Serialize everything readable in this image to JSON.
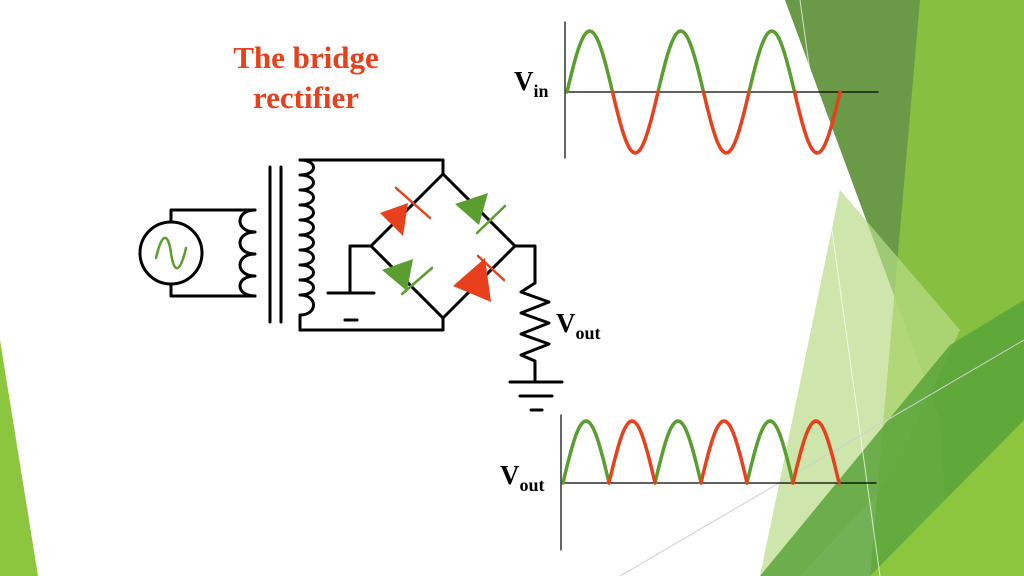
{
  "title": {
    "line1": "The bridge",
    "line2": "rectifier",
    "color": "#e8401c"
  },
  "labels": {
    "vin": {
      "main": "V",
      "sub": "in"
    },
    "vout_resistor": {
      "main": "V",
      "sub": "out"
    },
    "vout_graph": {
      "main": "V",
      "sub": "out"
    }
  },
  "colors": {
    "positive_half": "#5a9e2f",
    "negative_half": "#e8401c",
    "wire": "#000000",
    "accent_dark": "#4f8a2b",
    "accent_light": "#8cc63f"
  },
  "icons": {
    "ac_source": "ac-source-icon",
    "transformer": "transformer-icon",
    "diode": "diode-icon",
    "resistor": "resistor-icon",
    "ground": "ground-icon"
  }
}
